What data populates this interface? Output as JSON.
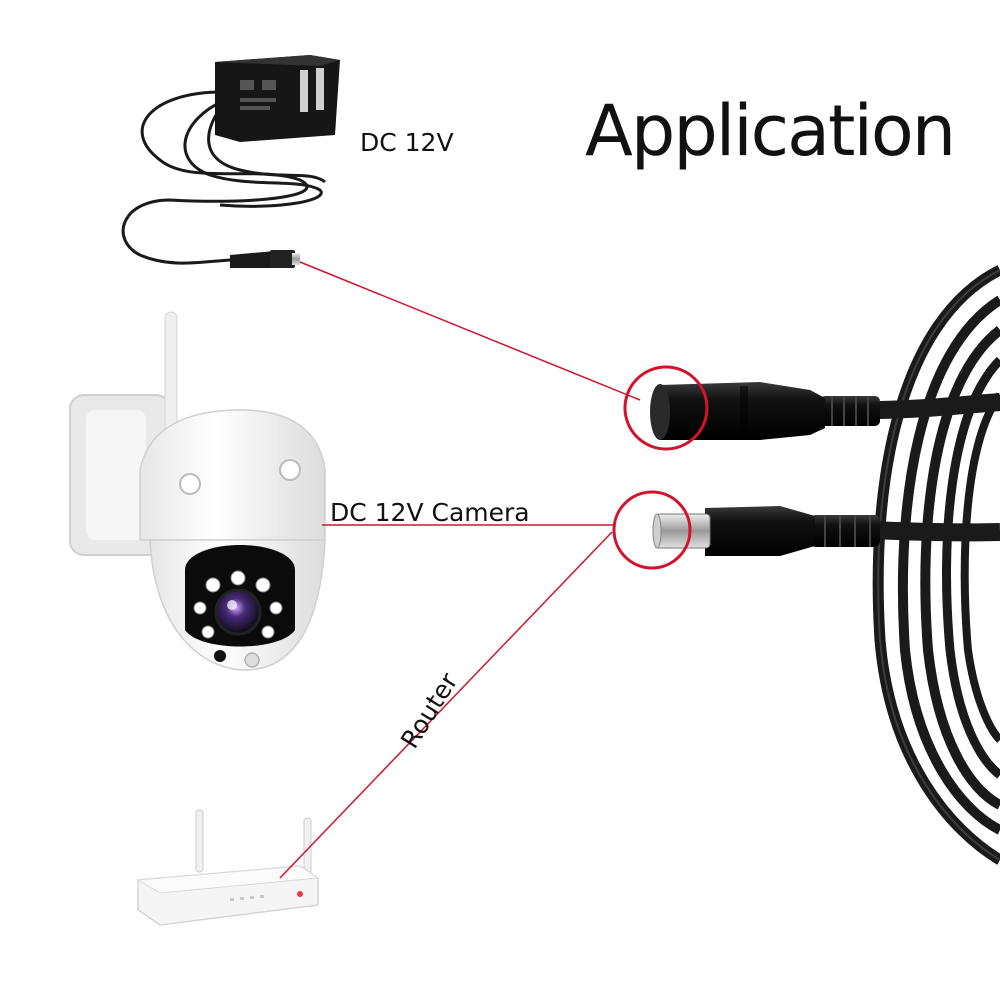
{
  "title": "Application",
  "labels": {
    "adapter": "DC 12V",
    "camera": "DC 12V Camera",
    "router": "Router"
  },
  "colors": {
    "connector_line": "#d3122c",
    "cable": "#1a1a1a",
    "device_white": "#f2f2f2"
  },
  "icons": [
    "power-adapter-icon",
    "ptz-camera-icon",
    "wifi-router-icon",
    "female-dc-jack-icon",
    "male-dc-plug-icon",
    "cable-coil-icon"
  ]
}
